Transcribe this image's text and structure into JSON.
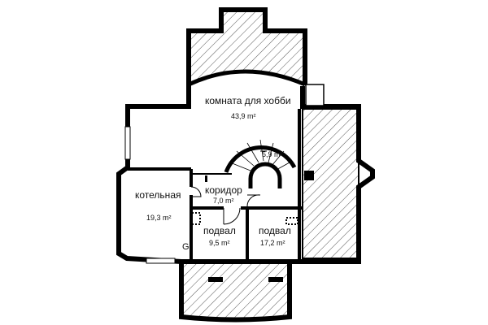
{
  "rooms": {
    "hobby": {
      "name": "комната для хобби",
      "area": "43,9 m²"
    },
    "stair": {
      "area": "5,9 m²"
    },
    "corridor": {
      "name": "коридор",
      "area": "7,0 m²"
    },
    "boiler": {
      "name": "котельная",
      "area": "19,3 m²"
    },
    "cellar1": {
      "name": "подвал",
      "area": "9,5 m²"
    },
    "cellar2": {
      "name": "подвал",
      "area": "17,2 m²"
    }
  },
  "colors": {
    "wall": "#000000",
    "hatch": "#555555",
    "background": "#ffffff"
  }
}
